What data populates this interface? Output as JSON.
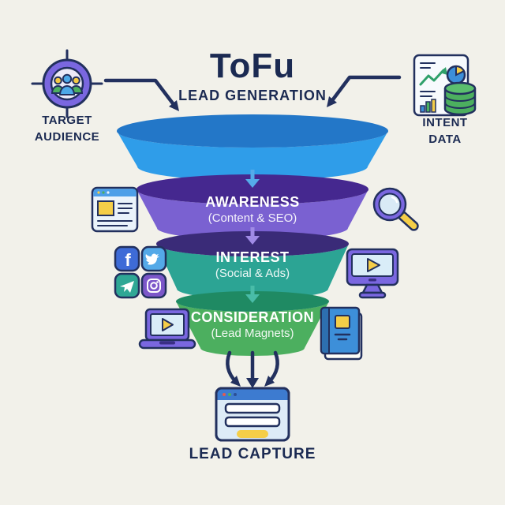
{
  "title": {
    "main": "ToFu",
    "subtitle": "LEAD GENERATION"
  },
  "sources": {
    "left": {
      "line1": "TARGET",
      "line2": "AUDIENCE",
      "icon": "target-audience-icon"
    },
    "right": {
      "line1": "INTENT",
      "line2": "DATA",
      "icon": "intent-data-icon"
    }
  },
  "funnel": {
    "stages": [
      {
        "name": "",
        "detail": "",
        "body_color": "#2F9DE9",
        "rim_color": "#2377C8",
        "arrow_color": "#55ACEA"
      },
      {
        "name": "AWARENESS",
        "detail": "(Content & SEO)",
        "body_color": "#7A61D1",
        "rim_color": "#45288F",
        "arrow_color": "#A08BE6"
      },
      {
        "name": "INTEREST",
        "detail": "(Social & Ads)",
        "body_color": "#2CA494",
        "rim_color": "#3A2B78",
        "arrow_color": "#49BCA8"
      },
      {
        "name": "CONSIDERATION",
        "detail": "(Lead Magnets)",
        "body_color": "#4CAF5F",
        "rim_color": "#1F8A63",
        "arrow_color": ""
      }
    ]
  },
  "side_icons": {
    "awareness_left": "webpage-content-icon",
    "awareness_right": "magnifier-seo-icon",
    "interest_left": "social-media-icons",
    "interest_right": "video-monitor-icon",
    "consideration_left": "laptop-video-icon",
    "consideration_right": "book-lead-magnet-icon"
  },
  "social": {
    "facebook_glyph": "f"
  },
  "bottom": {
    "label": "LEAD CAPTURE",
    "icon": "lead-form-icon"
  },
  "colors": {
    "background": "#F2F1EA",
    "ink": "#1B2A52",
    "yellow": "#F5CE48",
    "outline": "#22305E"
  }
}
